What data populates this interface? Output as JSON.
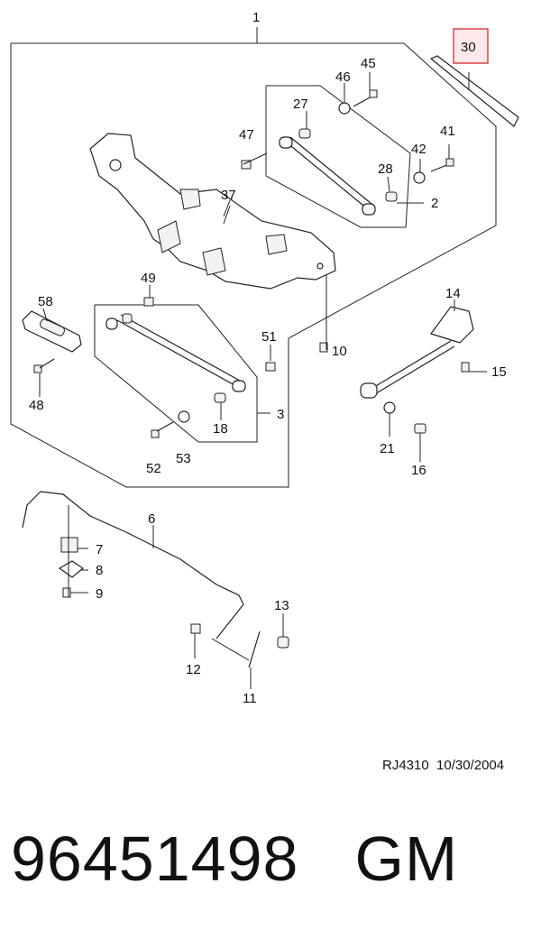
{
  "diagram": {
    "labels": {
      "l1": "1",
      "l2": "2",
      "l3": "3",
      "l6": "6",
      "l7": "7",
      "l8": "8",
      "l9": "9",
      "l10": "10",
      "l11": "11",
      "l12": "12",
      "l13": "13",
      "l14": "14",
      "l15": "15",
      "l16": "16",
      "l18": "18",
      "l21": "21",
      "l27": "27",
      "l28": "28",
      "l30": "30",
      "l37": "37",
      "l41": "41",
      "l42": "42",
      "l45": "45",
      "l46": "46",
      "l47": "47",
      "l48": "48",
      "l49": "49",
      "l51": "51",
      "l52": "52",
      "l53": "53",
      "l58": "58"
    },
    "highlight_color": "#d9363e"
  },
  "footer": {
    "drawing_code": "RJ4310",
    "date": "10/30/2004",
    "part_number": "96451498",
    "brand": "GM"
  }
}
